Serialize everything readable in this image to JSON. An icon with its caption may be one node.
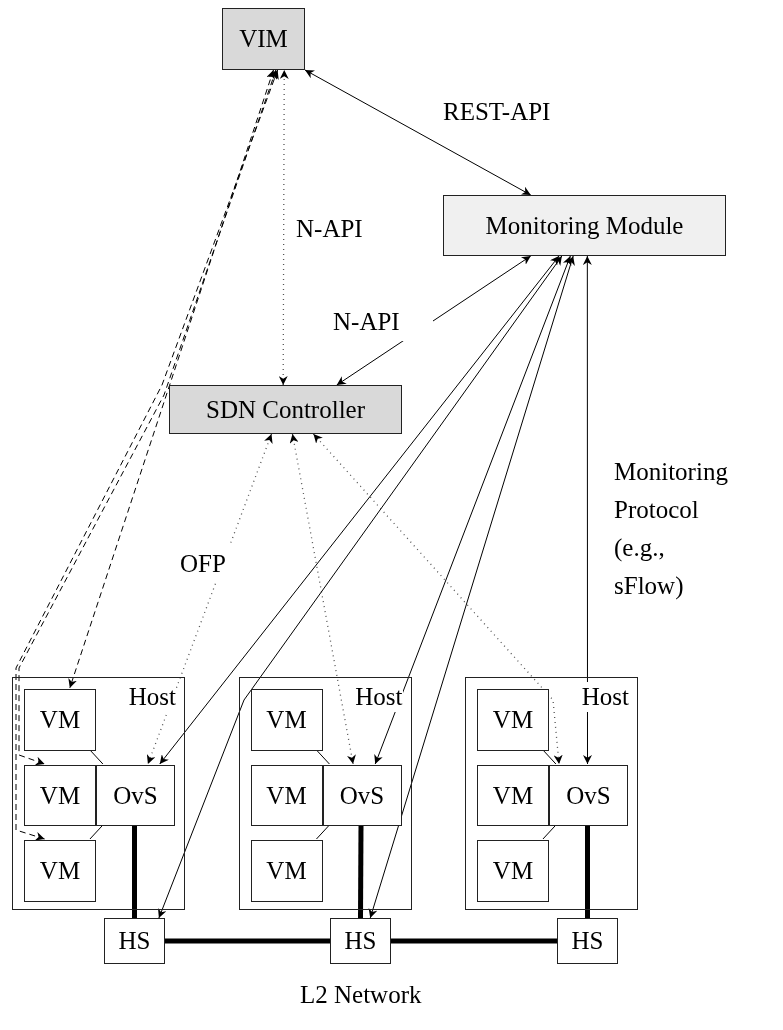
{
  "diagram": {
    "nodes": [
      {
        "text": [
          "VIM"
        ]
      },
      {
        "text": [
          "Monitoring Module"
        ]
      },
      {
        "text": [
          "SDN Controller"
        ]
      },
      {
        "text": [
          "Host"
        ]
      },
      {
        "text": [
          "VM"
        ],
        "in": 3
      },
      {
        "text": [
          "VM"
        ],
        "in": 3
      },
      {
        "text": [
          "OvS"
        ],
        "in": 3
      },
      {
        "text": [
          "VM"
        ],
        "in": 3
      },
      {
        "text": [
          "Host"
        ]
      },
      {
        "text": [
          "VM"
        ],
        "in": 8
      },
      {
        "text": [
          "VM"
        ],
        "in": 8
      },
      {
        "text": [
          "OvS"
        ],
        "in": 8
      },
      {
        "text": [
          "VM"
        ],
        "in": 8
      },
      {
        "text": [
          "Host"
        ]
      },
      {
        "text": [
          "VM"
        ],
        "in": 13
      },
      {
        "text": [
          "VM"
        ],
        "in": 13
      },
      {
        "text": [
          "OvS"
        ],
        "in": 13
      },
      {
        "text": [
          "VM"
        ],
        "in": 13
      },
      {
        "text": [
          "HS"
        ]
      },
      {
        "text": [
          "HS"
        ]
      },
      {
        "text": [
          "HS"
        ]
      }
    ],
    "edges": [
      {
        "from": 0,
        "to": 1,
        "arrow": "both",
        "label": "REST-API"
      },
      {
        "from": 2,
        "to": 0,
        "arrow": "both",
        "style": "dashed",
        "color": "#555555",
        "label": "N-API"
      },
      {
        "from": 1,
        "to": 2,
        "arrow": "both",
        "label": "N-API"
      },
      {
        "from": 0,
        "to": 4,
        "arrow": "both",
        "style": "dashed"
      },
      {
        "from": 0,
        "to": 5,
        "arrow": "both",
        "style": "dashed"
      },
      {
        "from": 0,
        "to": 7,
        "arrow": "both",
        "style": "dashed"
      },
      {
        "from": 2,
        "to": 6,
        "arrow": "both",
        "style": "dashed",
        "color": "#555555",
        "label": "OFP"
      },
      {
        "from": 2,
        "to": 11,
        "arrow": "both",
        "style": "dashed",
        "color": "#555555"
      },
      {
        "from": 2,
        "to": 16,
        "arrow": "both",
        "style": "dashed",
        "color": "#555555"
      },
      {
        "from": 1,
        "to": 6,
        "arrow": "both"
      },
      {
        "from": 1,
        "to": 18,
        "arrow": "both"
      },
      {
        "from": 1,
        "to": 11,
        "arrow": "both"
      },
      {
        "from": 1,
        "to": 19,
        "arrow": "both"
      },
      {
        "from": 1,
        "to": 16,
        "arrow": "both",
        "label": "Monitoring Protocol (e.g., sFlow)"
      },
      {
        "from": 4,
        "to": 6,
        "arrow": "none"
      },
      {
        "from": 7,
        "to": 6,
        "arrow": "none"
      },
      {
        "from": 9,
        "to": 11,
        "arrow": "none"
      },
      {
        "from": 12,
        "to": 11,
        "arrow": "none"
      },
      {
        "from": 14,
        "to": 16,
        "arrow": "none"
      },
      {
        "from": 17,
        "to": 16,
        "arrow": "none"
      },
      {
        "from": 6,
        "to": 18,
        "arrow": "none",
        "style": "thick"
      },
      {
        "from": 11,
        "to": 19,
        "arrow": "none",
        "style": "thick"
      },
      {
        "from": 16,
        "to": 20,
        "arrow": "none",
        "style": "thick"
      },
      {
        "from": 18,
        "to": 19,
        "arrow": "none",
        "style": "thick"
      },
      {
        "from": 19,
        "to": 20,
        "arrow": "none",
        "style": "thick"
      }
    ],
    "labels": [
      "L2 Network"
    ]
  }
}
